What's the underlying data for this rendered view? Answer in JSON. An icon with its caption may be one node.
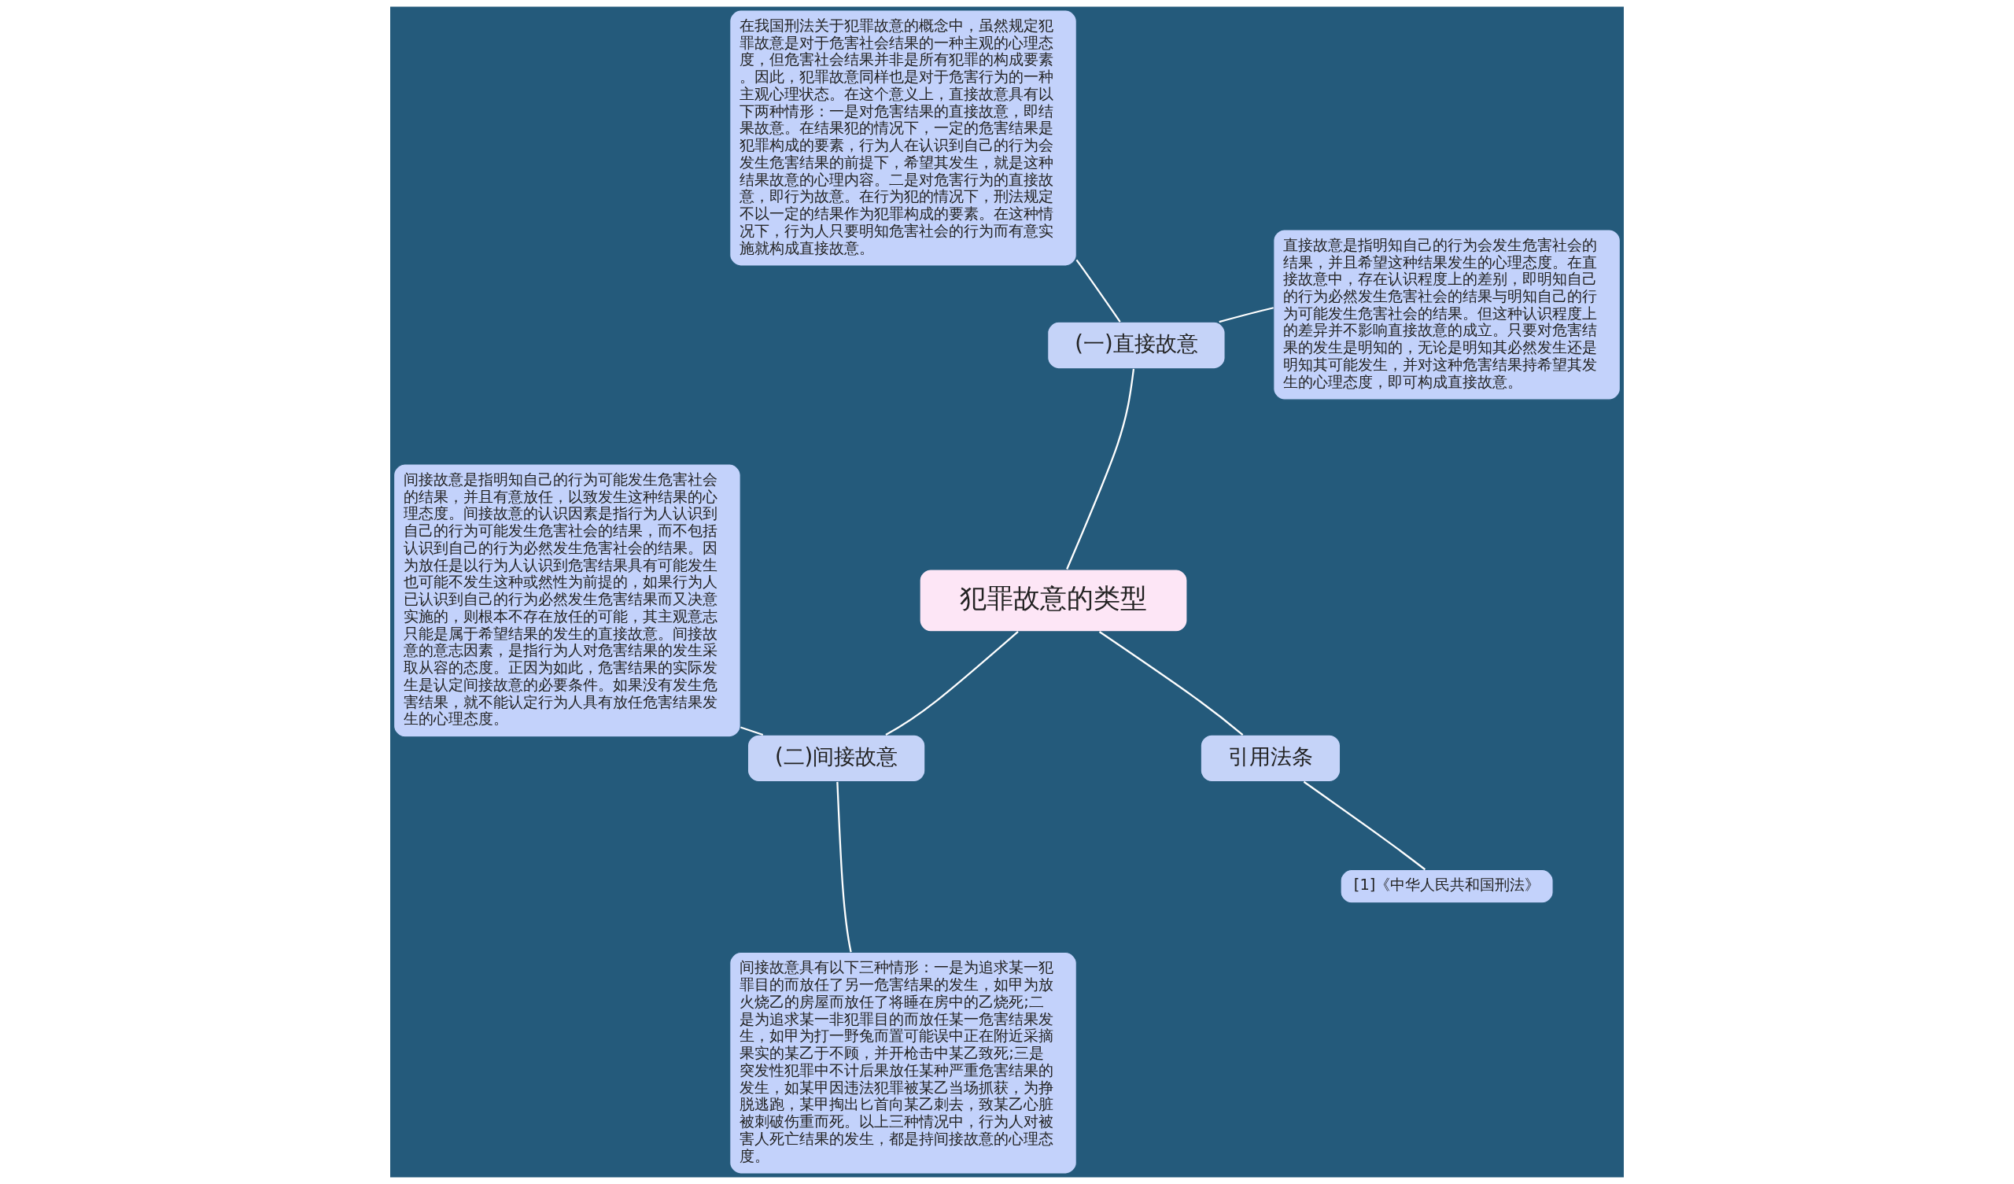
{
  "diagram": {
    "nodes": [
      {
        "text": [
          "犯罪故意的类型"
        ]
      },
      {
        "text": [
          "(一)直接故意"
        ]
      },
      {
        "text": [
          "直接故意是指明知自己的行为会发生危害社会的结果，并且希望这种结果发生的心理态度。在直接故意中，存在认识程度上的差别，即明知自己的行为必然发生危害社会的结果与明知自己的行为可能发生危害社会的结果。但这种认识程度上的差异并不影响直接故意的成立。只要对危害结果的发生是明知的，无论是明知其必然发生还是明知其可能发生，并对这种危害结果持希望其发生的心理态度，即可构成直接故意。"
        ]
      },
      {
        "text": [
          "在我国刑法关于犯罪故意的概念中，虽然规定犯罪故意是对于危害社会结果的一种主观的心理态度，但危害社会结果并非是所有犯罪的构成要素。因此，犯罪故意同样也是对于危害行为的一种主观心理状态。在这个意义上，直接故意具有以下两种情形：一是对危害结果的直接故意，即结果故意。在结果犯的情况下，一定的危害结果是犯罪构成的要素，行为人在认识到自己的行为会发生危害结果的前提下，希望其发生，就是这种结果故意的心理内容。二是对危害行为的直接故意，即行为故意。在行为犯的情况下，刑法规定不以一定的结果作为犯罪构成的要素。在这种情况下，行为人只要明知危害社会的行为而有意实施就构成直接故意。"
        ]
      },
      {
        "text": [
          "(二)间接故意"
        ]
      },
      {
        "text": [
          "间接故意是指明知自己的行为可能发生危害社会的结果，并且有意放任，以致发生这种结果的心理态度。间接故意的认识因素是指行为人认识到自己的行为可能发生危害社会的结果，而不包括认识到自己的行为必然发生危害社会的结果。因为放任是以行为人认识到危害结果具有可能发生也可能不发生这种或然性为前提的，如果行为人已认识到自己的行为必然发生危害结果而又决意实施的，则根本不存在放任的可能，其主观意志只能是属于希望结果的发生的直接故意。间接故意的意志因素，是指行为人对危害结果的发生采取从容的态度。正因为如此，危害结果的实际发生是认定间接故意的必要条件。如果没有发生危害结果，就不能认定行为人具有放任危害结果发生的心理态度。"
        ]
      },
      {
        "text": [
          "间接故意具有以下三种情形：一是为追求某一犯罪目的而放任了另一危害结果的发生，如甲为放火烧乙的房屋而放任了将睡在房中的乙烧死;二是为追求某一非犯罪目的而放任某一危害结果发生，如甲为打一野兔而置可能误中正在附近采摘果实的某乙于不顾，并开枪击中某乙致死;三是突发性犯罪中不计后果放任某种严重危害结果的发生，如某甲因违法犯罪被某乙当场抓获，为挣脱逃跑，某甲掏出匕首向某乙刺去，致某乙心脏被刺破伤重而死。以上三种情况中，行为人对被害人死亡结果的发生，都是持间接故意的心理态度。"
        ]
      },
      {
        "text": [
          "引用法条"
        ]
      },
      {
        "text": [
          "[1]《中华人民共和国刑法》"
        ]
      }
    ],
    "edges": [
      {
        "from": 0,
        "to": 1,
        "arrow": "none"
      },
      {
        "from": 1,
        "to": 2,
        "arrow": "none"
      },
      {
        "from": 1,
        "to": 3,
        "arrow": "none"
      },
      {
        "from": 0,
        "to": 4,
        "arrow": "none"
      },
      {
        "from": 4,
        "to": 5,
        "arrow": "none"
      },
      {
        "from": 4,
        "to": 6,
        "arrow": "none"
      },
      {
        "from": 0,
        "to": 7,
        "arrow": "none"
      },
      {
        "from": 7,
        "to": 8,
        "arrow": "none"
      }
    ]
  }
}
